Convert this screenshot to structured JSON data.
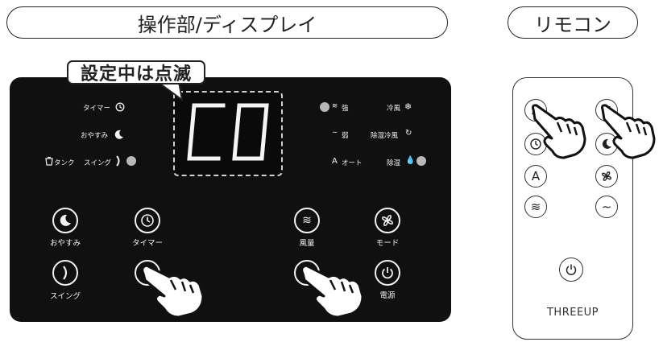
{
  "headers": {
    "panel_title": "操作部/ディスプレイ",
    "remote_title": "リモコン"
  },
  "callout": "設定中は点滅",
  "display_code": "C0",
  "indicators": {
    "timer": "タイマー",
    "sleep": "おやすみ",
    "tank": "タンク",
    "swing": "スイング",
    "strong": "強",
    "weak": "弱",
    "auto_letter": "A",
    "auto": "オート",
    "cool": "冷風",
    "dehum_cool": "除湿冷風",
    "dehum": "除湿"
  },
  "buttons": {
    "sleep": "おやすみ",
    "timer": "タイマー",
    "swing": "スイング",
    "fan_speed": "風量",
    "mode": "モード",
    "power": "電源"
  },
  "remote": {
    "auto_letter": "A",
    "brand": "THREEUP"
  },
  "colors": {
    "panel": "#101010",
    "indicator_dot": "#b8b8b8"
  }
}
